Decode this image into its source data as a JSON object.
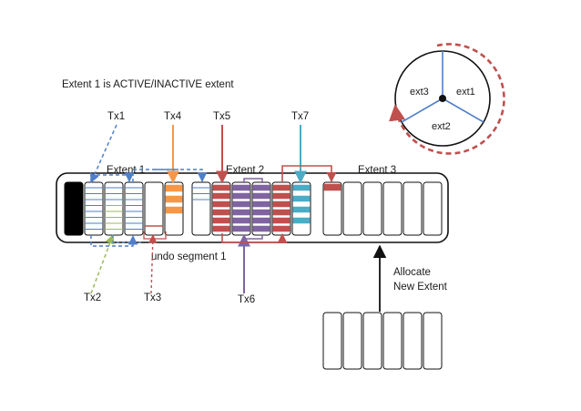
{
  "title": "Extent 1 is ACTIVE/INACTIVE extent",
  "transactions": {
    "tx1": "Tx1",
    "tx2": "Tx2",
    "tx3": "Tx3",
    "tx4": "Tx4",
    "tx5": "Tx5",
    "tx6": "Tx6",
    "tx7": "Tx7"
  },
  "extents": {
    "ext1": "Extent 1",
    "ext2": "Extent 2",
    "ext3": "Extent 3"
  },
  "segment_label": "undo segment 1",
  "allocate_label": [
    "Allocate",
    "New Extent"
  ],
  "wheel": {
    "ext1": "ext1",
    "ext2": "ext2",
    "ext3": "ext3"
  },
  "colors": {
    "blue": "#4f7fc9",
    "green": "#9bbb59",
    "orange": "#f79646",
    "red": "#c0504d",
    "purple": "#8064a2",
    "teal": "#4bacc6",
    "dashed_ring": "#c0504d"
  }
}
